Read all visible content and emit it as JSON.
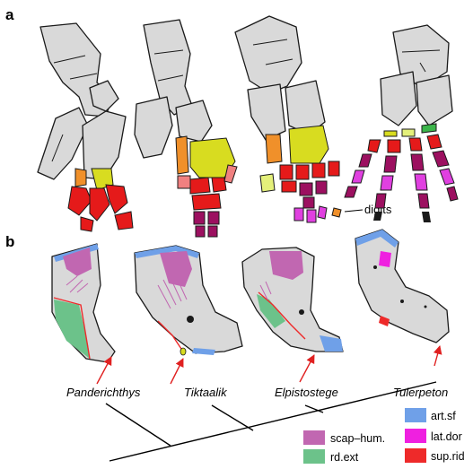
{
  "panels": {
    "a": "a",
    "b": "b"
  },
  "annotation": {
    "digits": "digits"
  },
  "taxa": [
    "Panderichthys",
    "Tiktaalik",
    "Elpistostege",
    "Tulerpeton"
  ],
  "legend": [
    {
      "label": "scap–hum.",
      "color": "#c167b1"
    },
    {
      "label": "rd.ext",
      "color": "#6cc28a"
    },
    {
      "label": "art.sf",
      "color": "#6fa0e8"
    },
    {
      "label": "lat.dor",
      "color": "#ef20e0"
    },
    {
      "label": "sup.rid",
      "color": "#ee2a2a"
    }
  ],
  "colors": {
    "bone": "#d9d9d9",
    "orange": "#f0902a",
    "yellow": "#d8dc20",
    "light_yellow": "#e4f07a",
    "red": "#e51a1a",
    "salmon": "#f08080",
    "dark_magenta": "#9c1060",
    "magenta": "#e040e0",
    "green": "#3bb54a",
    "arrow": "#e02020"
  }
}
